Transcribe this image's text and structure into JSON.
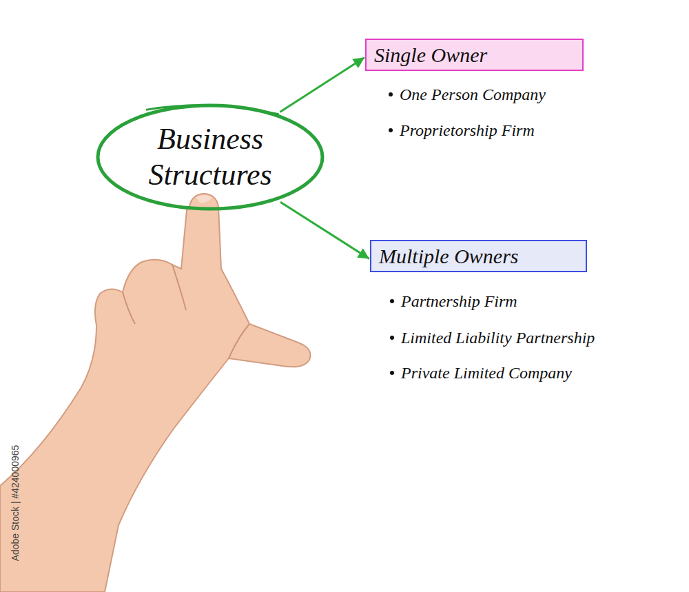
{
  "diagram": {
    "nodes": [
      {
        "text": [
          "Business Structures"
        ]
      },
      {
        "text": [
          "Single Owner"
        ]
      },
      {
        "text": [
          "Multiple Owners"
        ]
      }
    ],
    "edges": [
      {
        "from": 0,
        "to": 1,
        "arrow": "to"
      },
      {
        "from": 0,
        "to": 2,
        "arrow": "to"
      }
    ],
    "labels": [
      "One Person Company",
      "Proprietorship Firm",
      "Partnership Firm",
      "Limited Liability Partnership",
      "Private Limited Company",
      "Adobe Stock | #424000965"
    ]
  }
}
